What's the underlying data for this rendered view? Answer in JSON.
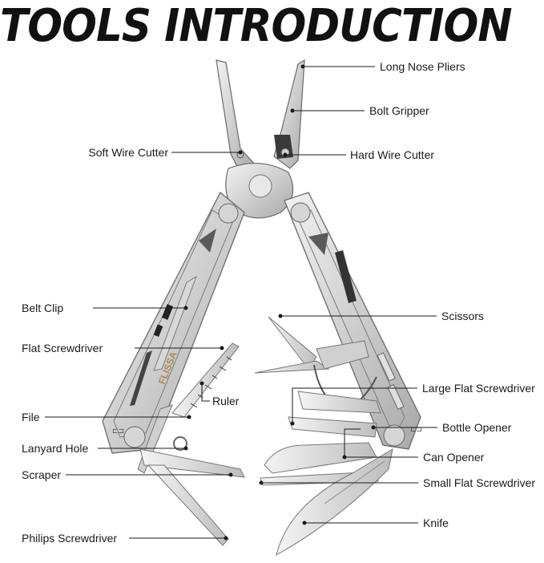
{
  "title": "TOOLS INTRODUCTION",
  "brand": "FLISSA",
  "colors": {
    "steel_light": "#e6e6e6",
    "steel_mid": "#c4c4c4",
    "steel_dark": "#8a8a8a",
    "ink": "#1a1a1a",
    "brand_gold": "#b08a4a"
  },
  "labels": {
    "long_nose_pliers": "Long Nose Pliers",
    "bolt_gripper": "Bolt Gripper",
    "soft_wire_cutter": "Soft Wire Cutter",
    "hard_wire_cutter": "Hard Wire Cutter",
    "belt_clip": "Belt Clip",
    "scissors": "Scissors",
    "flat_screwdriver": "Flat Screwdriver",
    "large_flat_screwdriver": "Large Flat Screwdriver",
    "ruler": "Ruler",
    "file": "File",
    "bottle_opener": "Bottle Opener",
    "lanyard_hole": "Lanyard Hole",
    "can_opener": "Can Opener",
    "scraper": "Scraper",
    "small_flat_screwdriver": "Small Flat Screwdriver",
    "knife": "Knife",
    "philips_screwdriver": "Philips Screwdriver"
  }
}
